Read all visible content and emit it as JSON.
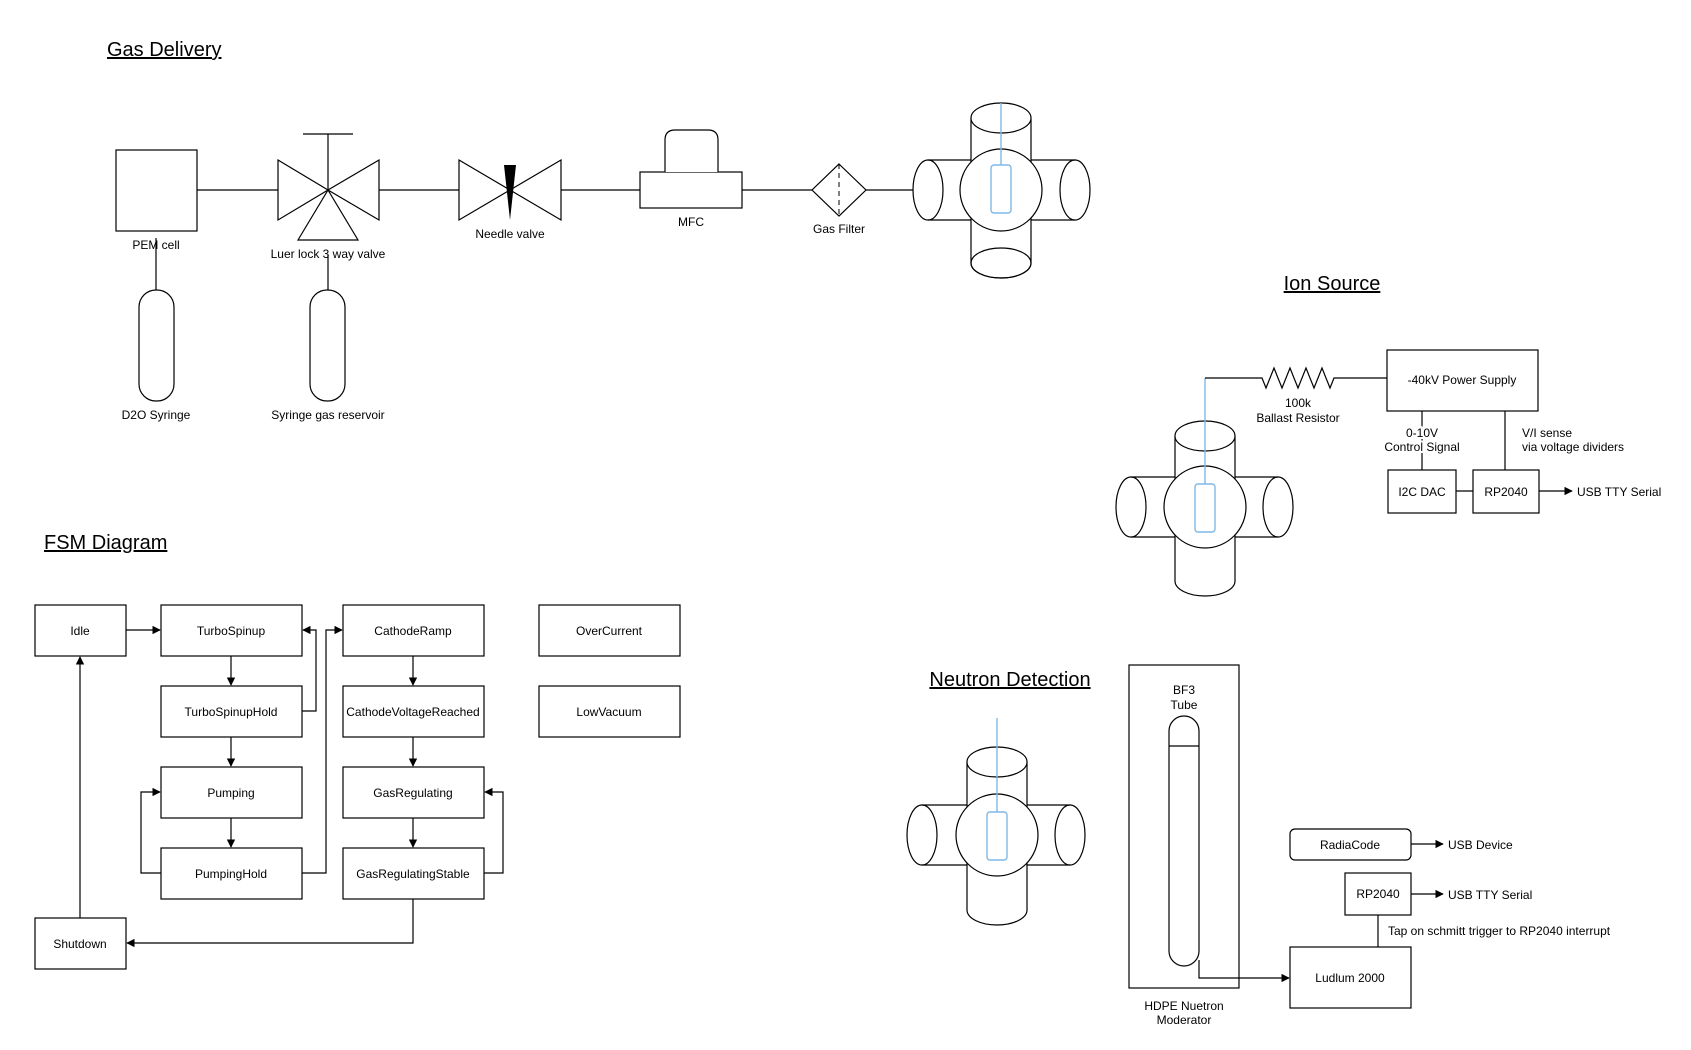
{
  "titles": {
    "gas_delivery": "Gas Delivery",
    "fsm_diagram": "FSM Diagram",
    "ion_source": "Ion Source",
    "neutron_detection": "Neutron Detection"
  },
  "gas_delivery": {
    "pem_cell": "PEM cell",
    "luer_valve": "Luer lock 3 way valve",
    "needle_valve": "Needle valve",
    "mfc": "MFC",
    "gas_filter": "Gas Filter",
    "d2o_syringe": "D2O Syringe",
    "syringe_reservoir": "Syringe gas reservoir"
  },
  "fsm": {
    "idle": "Idle",
    "turbo_spinup": "TurboSpinup",
    "turbo_spinup_hold": "TurboSpinupHold",
    "pumping": "Pumping",
    "pumping_hold": "PumpingHold",
    "cathode_ramp": "CathodeRamp",
    "cathode_voltage_reached": "CathodeVoltageReached",
    "gas_regulating": "GasRegulating",
    "gas_regulating_stable": "GasRegulatingStable",
    "over_current": "OverCurrent",
    "low_vacuum": "LowVacuum",
    "shutdown": "Shutdown"
  },
  "ion_source": {
    "power_supply": "-40kV Power Supply",
    "resistor_value": "100k",
    "resistor_name": "Ballast Resistor",
    "control_signal_1": "0-10V",
    "control_signal_2": "Control Signal",
    "vi_sense_1": "V/I sense",
    "vi_sense_2": "via voltage dividers",
    "i2c_dac": "I2C DAC",
    "rp2040": "RP2040",
    "usb_tty": "USB TTY Serial"
  },
  "neutron": {
    "bf3_1": "BF3",
    "bf3_2": "Tube",
    "moderator_1": "HDPE Nuetron",
    "moderator_2": "Moderator",
    "radiacode": "RadiaCode",
    "usb_device": "USB Device",
    "rp2040": "RP2040",
    "usb_tty": "USB TTY Serial",
    "tap_note": "Tap on schmitt trigger to RP2040 interrupt",
    "ludlum": "Ludlum 2000"
  },
  "colors": {
    "line": "#000000",
    "blue_electrode": "#7fb8e8",
    "background": "#ffffff"
  }
}
